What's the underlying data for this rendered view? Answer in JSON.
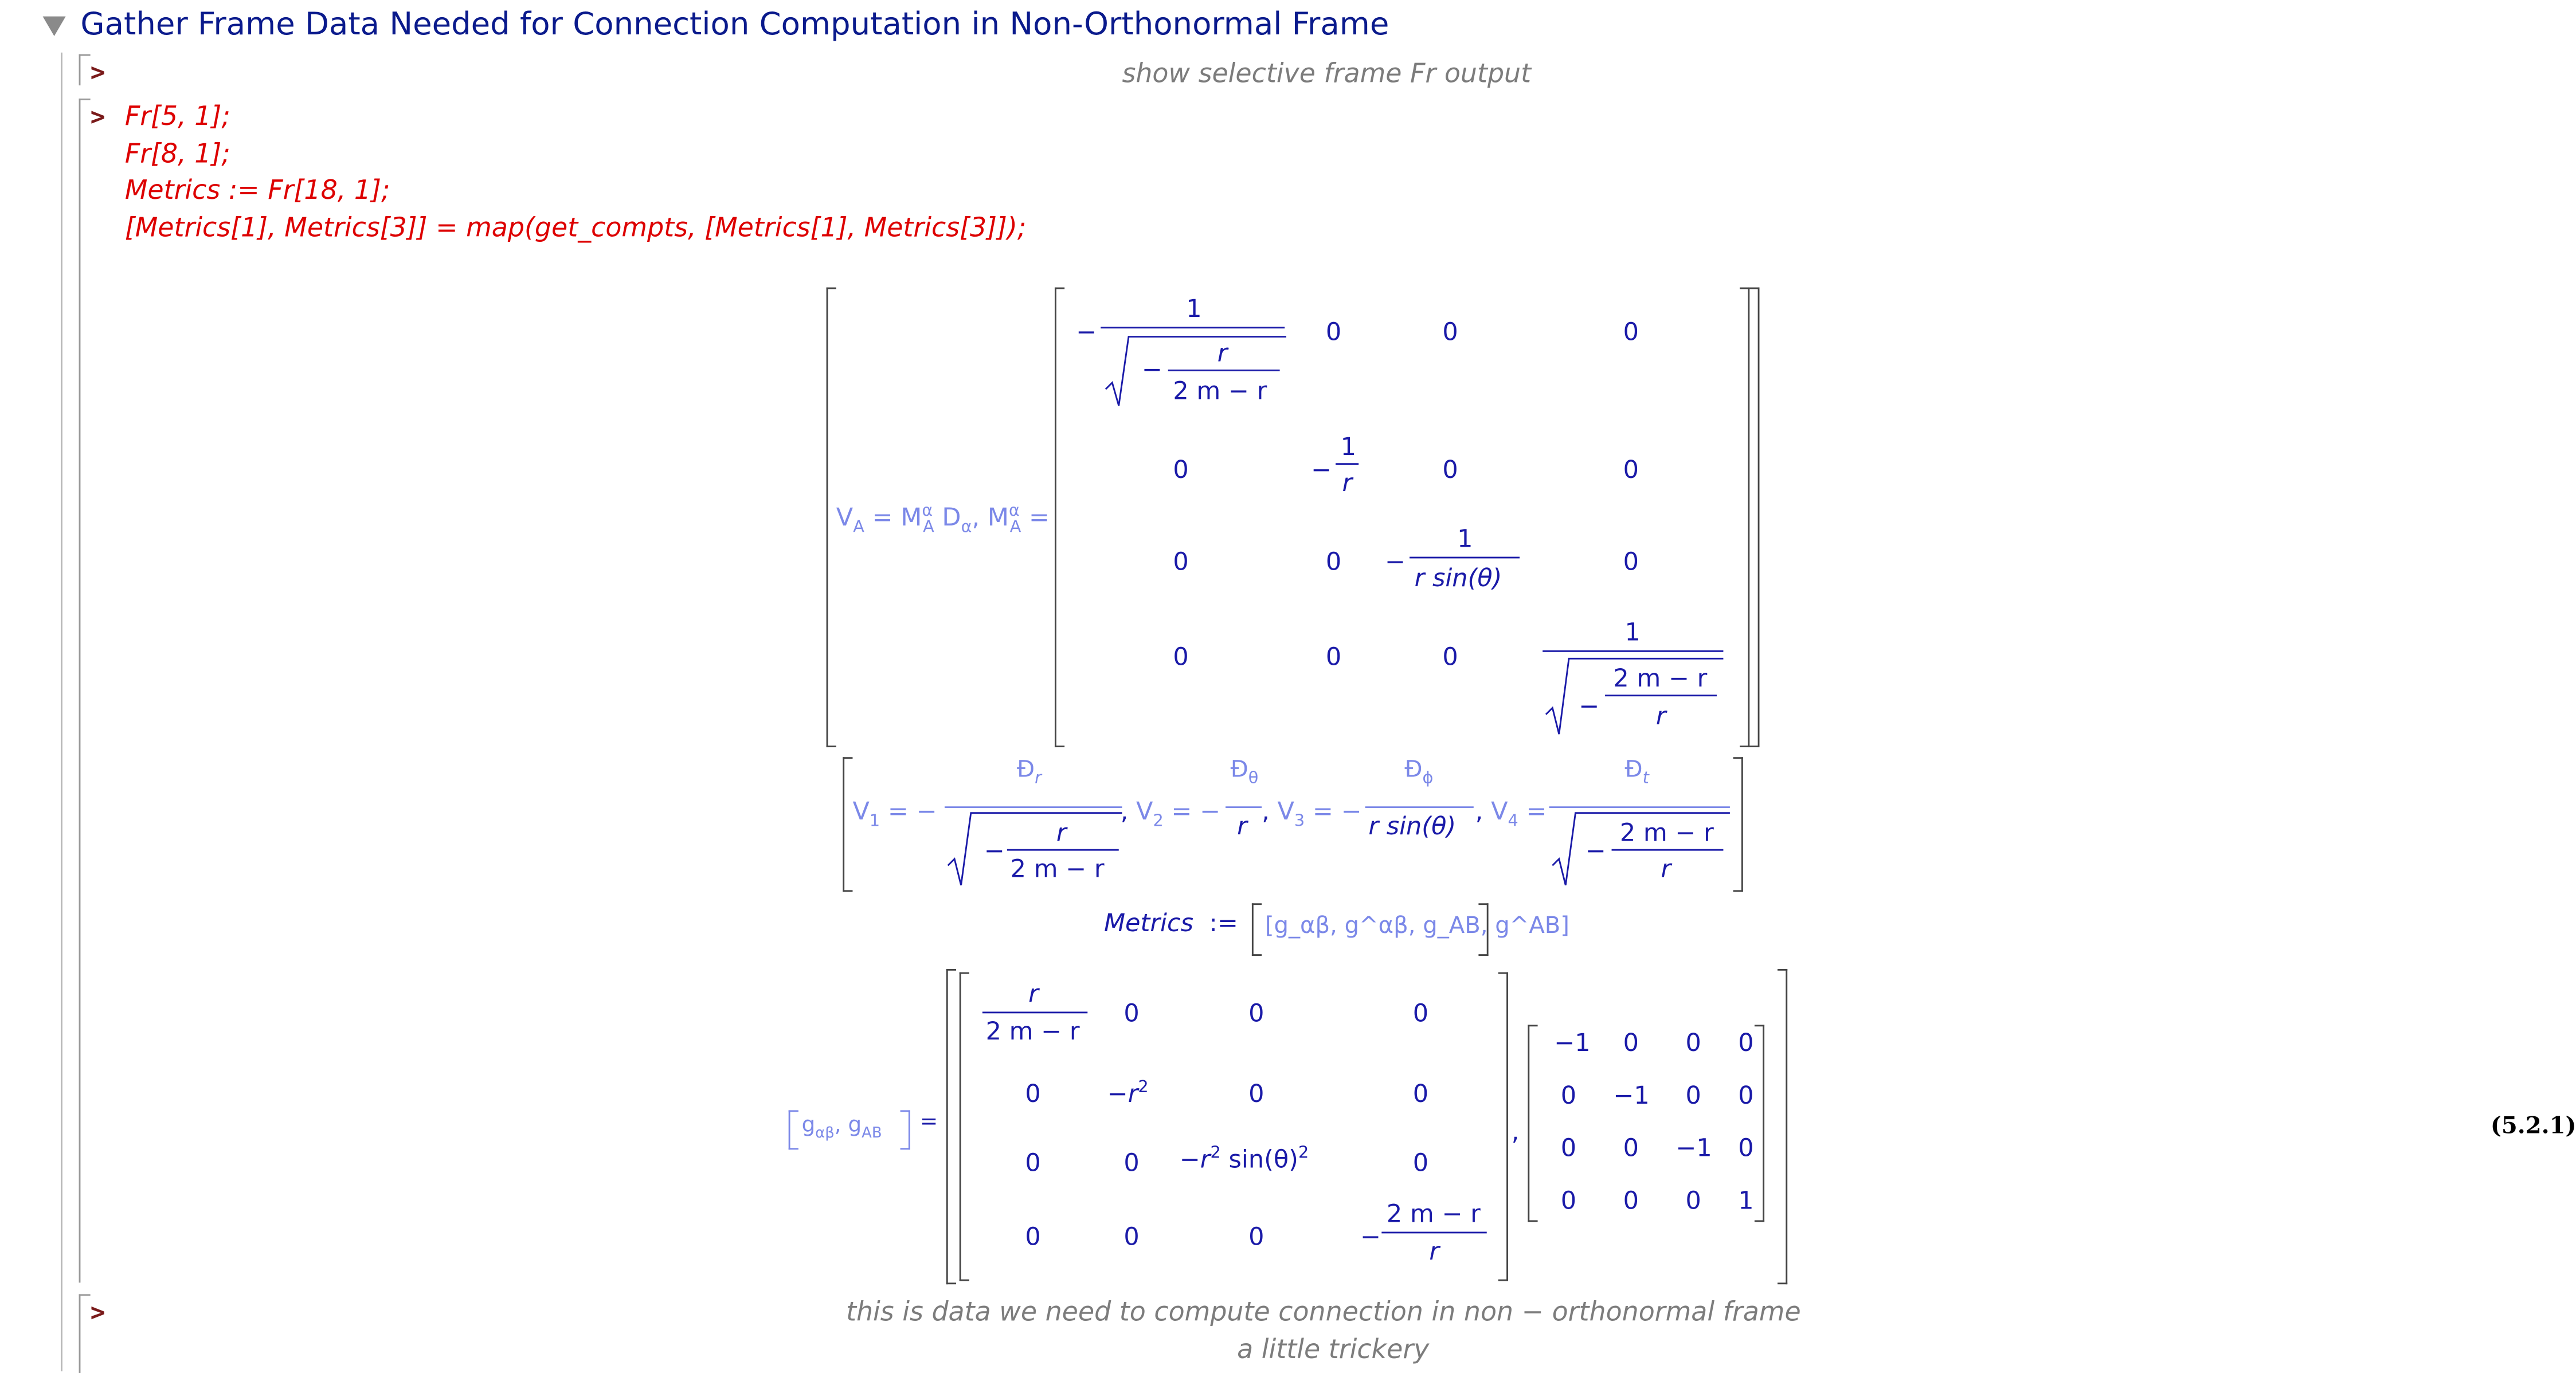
{
  "section": {
    "title": "Gather Frame Data Needed for Connection Computation in Non-Orthonormal Frame"
  },
  "prompt_symbol": ">",
  "cells": {
    "cell1_comment": "show selective frame Fr output",
    "code_lines": [
      "Fr[5, 1];",
      "Fr[8, 1];",
      "Metrics := Fr[18, 1];",
      "[Metrics[1], Metrics[3]] = map(get_compts, [Metrics[1], Metrics[3]]);"
    ],
    "cell3_comment_line1": "this is data we need to compute connection in non − orthonormal frame",
    "cell3_comment_line2": "a little trickery"
  },
  "output": {
    "equation_label": "(5.2.1)",
    "frame_lhs": {
      "V": "V",
      "A": "A",
      "eq": "=",
      "M": "M",
      "alpha": "α",
      "D": "D",
      "comma": ","
    },
    "frame_matrix": [
      [
        "-1/sqrt(-r/(2 m - r))",
        "0",
        "0",
        "0"
      ],
      [
        "0",
        "-1/r",
        "0",
        "0"
      ],
      [
        "0",
        "0",
        "-1/(r sin(θ))",
        "0"
      ],
      [
        "0",
        "0",
        "0",
        "1/sqrt(-(2 m - r)/r)"
      ]
    ],
    "frame_vectors": {
      "V1": "V1 = -Ð_r / sqrt(-r/(2 m - r))",
      "V2": "V2 = -Ð_θ / r",
      "V3": "V3 = -Ð_φ / (r sin(θ))",
      "V4": "V4 = Ð_t / sqrt(-(2 m - r)/r)"
    },
    "metrics_line": {
      "name": "Metrics",
      "assign": ":=",
      "contents": "[g_αβ, g^αβ, g_AB, g^AB]"
    },
    "metric_g_alpha_beta": [
      [
        "r/(2 m - r)",
        "0",
        "0",
        "0"
      ],
      [
        "0",
        "-r^2",
        "0",
        "0"
      ],
      [
        "0",
        "0",
        "-r^2 sin(θ)^2",
        "0"
      ],
      [
        "0",
        "0",
        "0",
        "-(2 m - r)/r"
      ]
    ],
    "metric_g_AB": [
      [
        "−1",
        "0",
        "0",
        "0"
      ],
      [
        "0",
        "−1",
        "0",
        "0"
      ],
      [
        "0",
        "0",
        "−1",
        "0"
      ],
      [
        "0",
        "0",
        "0",
        "1"
      ]
    ],
    "tokens": {
      "r": "r",
      "m": "m",
      "two_m_minus_r": "2 m − r",
      "one": "1",
      "zero": "0",
      "minus": "−",
      "neg_one": "−1",
      "sin_theta": "sin(θ)",
      "r_sin_theta": "r sin(θ)",
      "neg_r2": "−r",
      "sq": "2",
      "D_symbol": "Đ",
      "sub_r": "r",
      "sub_theta": "θ",
      "sub_phi": "ϕ",
      "sub_t": "t",
      "V1": "1",
      "V2": "2",
      "V3": "3",
      "V4": "4",
      "g": "g",
      "ab_lower": "αβ",
      "AB": "AB",
      "eq": "="
    }
  },
  "colors": {
    "section_title": "#0a1a8c",
    "code_red": "#dd0000",
    "math_blue": "#1a1aa8",
    "light_blue": "#7b88e8",
    "comment_gray": "#7c7c7c",
    "prompt": "#7a1a1a"
  }
}
